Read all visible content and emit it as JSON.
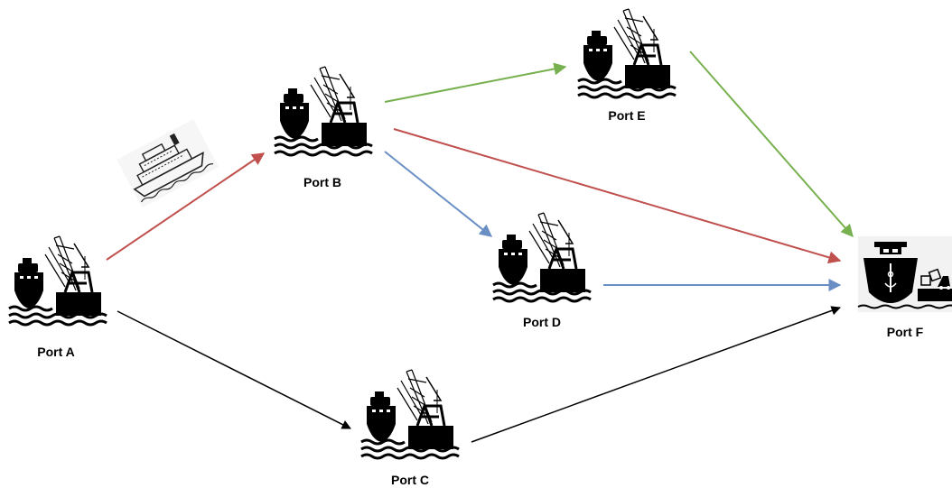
{
  "ports": {
    "a": {
      "label": "Port A",
      "icon": "port-crane-ship-icon"
    },
    "b": {
      "label": "Port B",
      "icon": "port-crane-ship-icon"
    },
    "c": {
      "label": "Port C",
      "icon": "port-crane-ship-icon"
    },
    "d": {
      "label": "Port D",
      "icon": "port-crane-ship-icon"
    },
    "e": {
      "label": "Port E",
      "icon": "port-crane-ship-icon"
    },
    "f": {
      "label": "Port F",
      "icon": "cargo-ship-terminal-icon"
    }
  },
  "routes": [
    {
      "from": "Port A",
      "to": "Port B",
      "color": "#c0504d"
    },
    {
      "from": "Port A",
      "to": "Port C",
      "color": "#000000"
    },
    {
      "from": "Port B",
      "to": "Port E",
      "color": "#77b04f"
    },
    {
      "from": "Port B",
      "to": "Port F",
      "color": "#c0504d"
    },
    {
      "from": "Port B",
      "to": "Port D",
      "color": "#6a8fc5"
    },
    {
      "from": "Port E",
      "to": "Port F",
      "color": "#77b04f"
    },
    {
      "from": "Port D",
      "to": "Port F",
      "color": "#6a8fc5"
    },
    {
      "from": "Port C",
      "to": "Port F",
      "color": "#000000"
    }
  ],
  "decorations": {
    "ship_icon": "cruise-ship-icon"
  }
}
